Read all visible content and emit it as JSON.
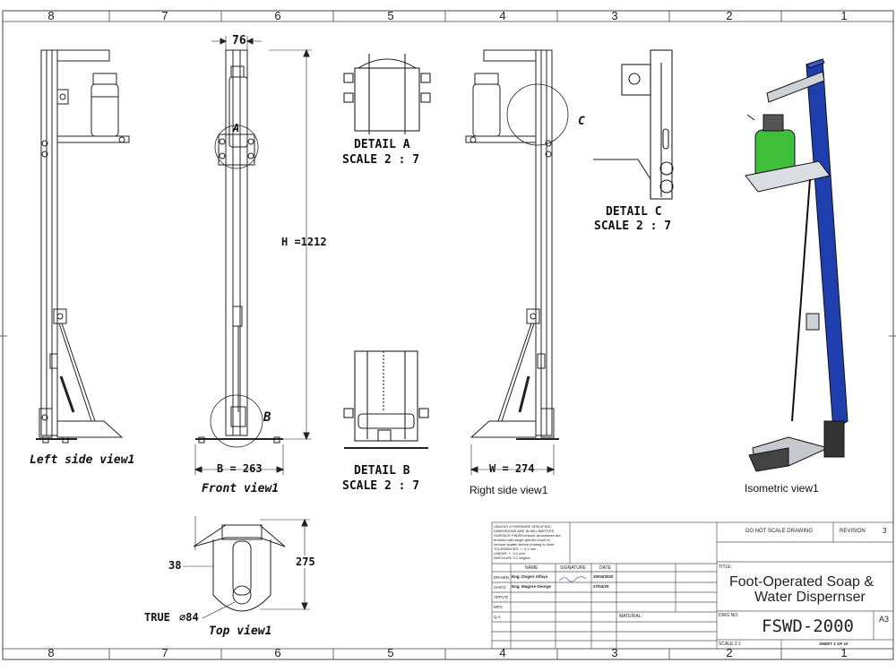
{
  "zones": [
    "8",
    "7",
    "6",
    "5",
    "4",
    "3",
    "2",
    "1"
  ],
  "dimensions": {
    "front_width_top": "76",
    "height": "H =1212",
    "front_base": "B = 263",
    "right_base": "W = 274",
    "top_left": "38",
    "top_depth": "275",
    "top_true": "TRUE",
    "top_dia": "∅84"
  },
  "detail_marks": {
    "a": "A",
    "b": "B",
    "c": "C"
  },
  "view_labels": {
    "left": "Left side view1",
    "front": "Front view1",
    "right": "Right side view1",
    "iso": "Isometric view1",
    "top": "Top view1"
  },
  "details": {
    "a_title": "DETAIL A",
    "a_scale": "SCALE 2 : 7",
    "b_title": "DETAIL B",
    "b_scale": "SCALE 2 : 7",
    "c_title": "DETAIL C",
    "c_scale": "SCALE 2 : 7"
  },
  "title_block": {
    "notes": [
      "UNLESS OTHERWISE SPECIFIED:",
      "DIMENSIONS ARE IN MILLIMETERS",
      "SURFACE FINISH:ensure all surfaces are",
      "brushed with angle grinder brush to",
      "remove spatter before printing is done",
      "TOLERANCES: +- 0.1 mm",
      "LINEAR: +- 0.2 mm",
      "ANGULAR: 0.1 degree"
    ],
    "col_name": "NAME",
    "col_signature": "SIGNATURE",
    "col_date": "DATE",
    "rows": [
      {
        "role": "DRAWN",
        "name": "Eng. Ongeri Alfayo",
        "date": "30/04/2020"
      },
      {
        "role": "CHK'D",
        "name": "Eng. Magore George",
        "date": "27/04/20"
      },
      {
        "role": "APPV'D",
        "name": "",
        "date": ""
      },
      {
        "role": "MFG",
        "name": "",
        "date": ""
      },
      {
        "role": "Q.A",
        "name": "",
        "date": ""
      }
    ],
    "material_label": "MATERIAL:",
    "do_not_scale": "DO NOT SCALE DRAWING",
    "revision_label": "REVISION",
    "revision_value": "3",
    "title_label": "TITLE:",
    "title_line1": "Foot-Operated Soap &",
    "title_line2": "Water Dispernser",
    "dwg_label": "DWG NO.",
    "dwg_number": "FSWD-2000",
    "size": "A3",
    "scale": "SCALE:1:1",
    "sheet": "SHEET 1 OF 10"
  },
  "colors": {
    "frame_blue": "#1f3fae",
    "bottle_green": "#3fbf3a",
    "line": "#222222"
  }
}
